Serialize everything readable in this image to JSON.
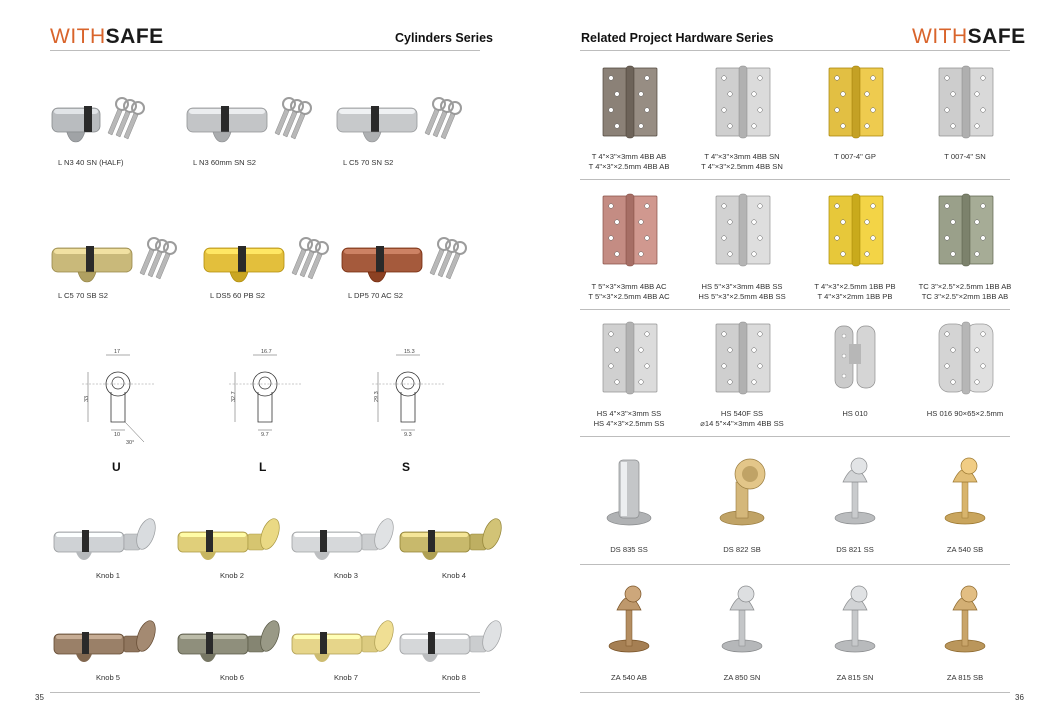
{
  "left_page": {
    "logo": {
      "part1": "WITH",
      "part2": "SAFE"
    },
    "title": "Cylinders Series",
    "page_number": "35",
    "cylinders_row1": [
      {
        "label": "L N3 40 SN (HALF)",
        "color": "#b9bcbf"
      },
      {
        "label": "L N3 60mm SN S2",
        "color": "#c3c5c7"
      },
      {
        "label": "L C5 70 SN S2",
        "color": "#c7c9cb"
      }
    ],
    "cylinders_row2": [
      {
        "label": "L C5 70 SB S2",
        "color": "#c9b97a"
      },
      {
        "label": "L DS5 60 PB S2",
        "color": "#e3bf3c"
      },
      {
        "label": "L DP5 70 AC S2",
        "color": "#a55a3c"
      }
    ],
    "profiles": [
      {
        "letter": "U",
        "top": "17",
        "height": "33",
        "bottom": "10",
        "angle": "30°"
      },
      {
        "letter": "L",
        "top": "16.7",
        "height": "32.7",
        "bottom": "9.7"
      },
      {
        "letter": "S",
        "top": "15.3",
        "height": "29.3",
        "bottom": "9.3"
      }
    ],
    "knobs": [
      {
        "label": "Knob 1",
        "color": "#cfd2d5"
      },
      {
        "label": "Knob 2",
        "color": "#e0cf7a"
      },
      {
        "label": "Knob 3",
        "color": "#d6d8da"
      },
      {
        "label": "Knob 4",
        "color": "#c8b96c"
      },
      {
        "label": "Knob 5",
        "color": "#9a8068"
      },
      {
        "label": "Knob 6",
        "color": "#8f8f7c"
      },
      {
        "label": "Knob 7",
        "color": "#e6d58a"
      },
      {
        "label": "Knob 8",
        "color": "#d5d7d9"
      }
    ]
  },
  "right_page": {
    "logo": {
      "part1": "WITH",
      "part2": "SAFE"
    },
    "title": "Related Project Hardware Series",
    "page_number": "36",
    "hinges_row1": [
      {
        "lines": [
          "T 4\"×3\"×3mm 4BB AB",
          "T 4\"×3\"×2.5mm 4BB AB"
        ],
        "color": "#8b8177"
      },
      {
        "lines": [
          "T 4\"×3\"×3mm 4BB SN",
          "T 4\"×3\"×2.5mm 4BB SN"
        ],
        "color": "#cfcfcf"
      },
      {
        "lines": [
          "T 007-4\" GP"
        ],
        "color": "#e2bf43"
      },
      {
        "lines": [
          "T 007-4\" SN"
        ],
        "color": "#cdcdcd"
      }
    ],
    "hinges_row2": [
      {
        "lines": [
          "T 5\"×3\"×3mm 4BB AC",
          "T 5\"×3\"×2.5mm 4BB AC"
        ],
        "color": "#c48c83"
      },
      {
        "lines": [
          "HS 5\"×3\"×3mm 4BB SS",
          "HS 5\"×3\"×2.5mm 4BB SS"
        ],
        "color": "#d2d2d2"
      },
      {
        "lines": [
          "T 4\"×3\"×2.5mm 1BB PB",
          "T 4\"×3\"×2mm 1BB PB"
        ],
        "color": "#e7c83a"
      },
      {
        "lines": [
          "TC 3\"×2.5\"×2.5mm 1BB AB",
          "TC 3\"×2.5\"×2mm 1BB AB"
        ],
        "color": "#9aa08a"
      }
    ],
    "hinges_row3": [
      {
        "lines": [
          "HS 4\"×3\"×3mm SS",
          "HS 4\"×3\"×2.5mm SS"
        ],
        "color": "#d0d0d0"
      },
      {
        "lines": [
          "HS 540F SS",
          "⌀14 5\"×4\"×3mm 4BB SS"
        ],
        "color": "#cfcfcf"
      },
      {
        "lines": [
          "HS 010"
        ],
        "color": "#cbcbcb"
      },
      {
        "lines": [
          "HS 016 90×65×2.5mm"
        ],
        "color": "#d4d4d4"
      }
    ],
    "stops_row1": [
      {
        "label": "DS 835 SS",
        "color": "#c4c6c8"
      },
      {
        "label": "DS 822 SB",
        "color": "#d4b77a"
      },
      {
        "label": "DS 821 SS",
        "color": "#c9cbcd"
      },
      {
        "label": "ZA 540 SB",
        "color": "#d8b46c"
      }
    ],
    "stops_row2": [
      {
        "label": "ZA 540 AB",
        "color": "#b48e62"
      },
      {
        "label": "ZA 850 SN",
        "color": "#c4c6c8"
      },
      {
        "label": "ZA 815 SN",
        "color": "#c7c9cb"
      },
      {
        "label": "ZA 815 SB",
        "color": "#c9a56a"
      }
    ]
  }
}
